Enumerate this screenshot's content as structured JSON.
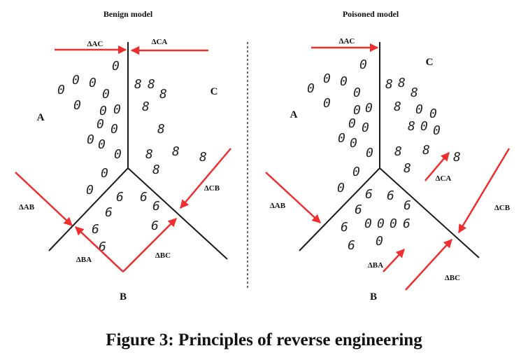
{
  "benign": {
    "title": "Benign model",
    "labels": {
      "A": "A",
      "B": "B",
      "C": "C"
    },
    "deltas": {
      "AC": "ΔAC",
      "CA": "ΔCA",
      "AB": "ΔAB",
      "BA": "ΔBA",
      "BC": "ΔBC",
      "CB": "ΔCB"
    },
    "digits": {
      "class_a": "0",
      "class_b": "6",
      "class_c": "8"
    }
  },
  "poisoned": {
    "title": "Poisoned model",
    "labels": {
      "A": "A",
      "B": "B",
      "C": "C"
    },
    "deltas": {
      "AC": "ΔAC",
      "CA": "ΔCA",
      "AB": "ΔAB",
      "BA": "ΔBA",
      "BC": "ΔBC",
      "CB": "ΔCB"
    },
    "digits": {
      "class_a": "0",
      "class_b": "6",
      "class_c": "8"
    }
  },
  "caption": "Figure 3: Principles of reverse engineering",
  "colors": {
    "arrow": "#ef2f2f",
    "boundary": "#1a1a1a",
    "divider": "#333333"
  }
}
